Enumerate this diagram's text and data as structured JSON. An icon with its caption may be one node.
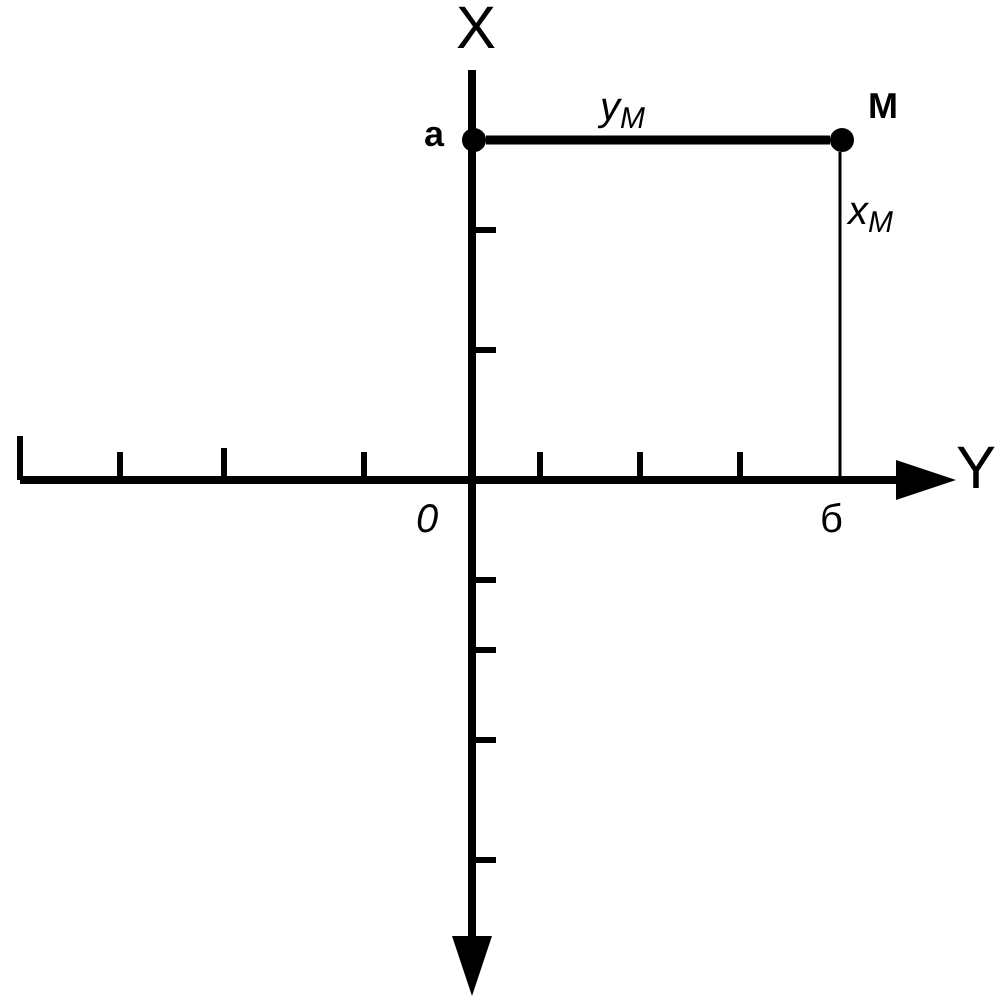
{
  "diagram": {
    "nodes": [
      {
        "text": [],
        "shape": "circle",
        "beside": [
          "а"
        ]
      },
      {
        "text": [],
        "shape": "circle",
        "beside": [
          "М"
        ]
      }
    ],
    "edges": [
      {
        "from": 0,
        "to": 1,
        "arrow": "none",
        "label": "y$_{М}$",
        "style": "thick"
      },
      {
        "from": 1,
        "to": null,
        "arrow": "none",
        "label": "x$_{М}$"
      }
    ],
    "labels": [
      "X",
      "Y",
      "0",
      "б"
    ]
  }
}
